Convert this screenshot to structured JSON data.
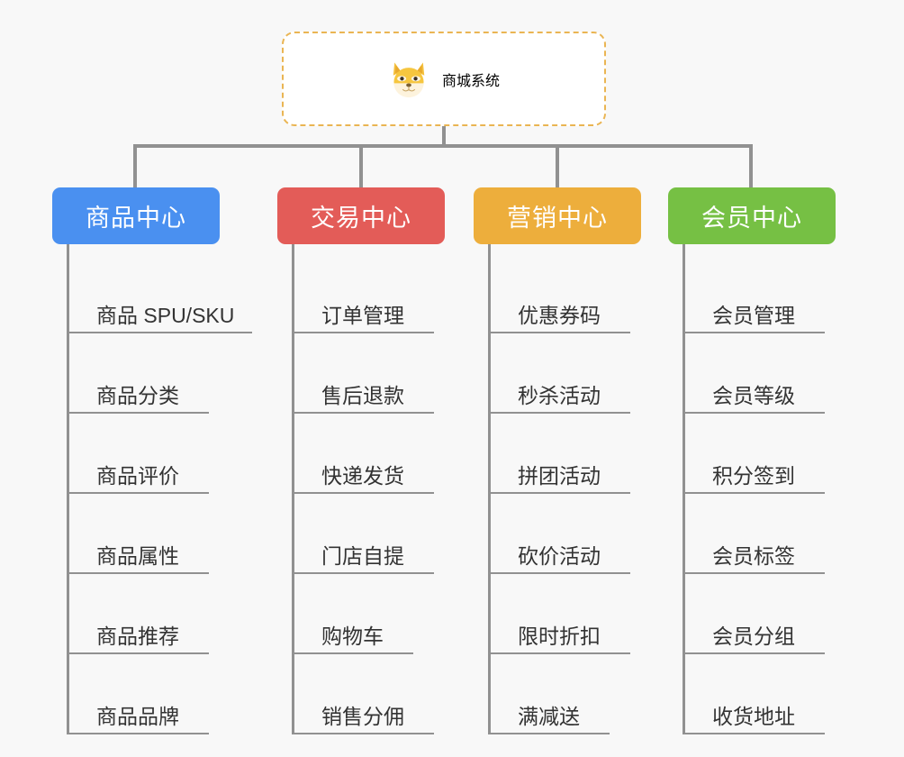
{
  "background_color": "#f8f8f8",
  "root": {
    "title": "商城系统",
    "icon": "shiba-dog-face-icon",
    "text_color": "#f0b34a",
    "border_color": "#eab553",
    "fill_color": "#ffffff"
  },
  "connector_color": "#919191",
  "columns": [
    {
      "title": "商品中心",
      "color": "#4a90f0",
      "items": [
        {
          "label": "商品 SPU/SKU",
          "rule_width": 203
        },
        {
          "label": "商品分类",
          "rule_width": 155
        },
        {
          "label": "商品评价",
          "rule_width": 155
        },
        {
          "label": "商品属性",
          "rule_width": 155
        },
        {
          "label": "商品推荐",
          "rule_width": 155
        },
        {
          "label": "商品品牌",
          "rule_width": 155
        }
      ]
    },
    {
      "title": "交易中心",
      "color": "#e35c58",
      "items": [
        {
          "label": "订单管理",
          "rule_width": 155
        },
        {
          "label": "售后退款",
          "rule_width": 155
        },
        {
          "label": "快递发货",
          "rule_width": 155
        },
        {
          "label": "门店自提",
          "rule_width": 155
        },
        {
          "label": "购物车",
          "rule_width": 132
        },
        {
          "label": "销售分佣",
          "rule_width": 155
        }
      ]
    },
    {
      "title": "营销中心",
      "color": "#edae3c",
      "items": [
        {
          "label": "优惠券码",
          "rule_width": 155
        },
        {
          "label": "秒杀活动",
          "rule_width": 155
        },
        {
          "label": "拼团活动",
          "rule_width": 155
        },
        {
          "label": "砍价活动",
          "rule_width": 155
        },
        {
          "label": "限时折扣",
          "rule_width": 155
        },
        {
          "label": "满减送",
          "rule_width": 132
        }
      ]
    },
    {
      "title": "会员中心",
      "color": "#76c044",
      "items": [
        {
          "label": "会员管理",
          "rule_width": 155
        },
        {
          "label": "会员等级",
          "rule_width": 155
        },
        {
          "label": "积分签到",
          "rule_width": 155
        },
        {
          "label": "会员标签",
          "rule_width": 155
        },
        {
          "label": "会员分组",
          "rule_width": 155
        },
        {
          "label": "收货地址",
          "rule_width": 155
        }
      ]
    }
  ]
}
